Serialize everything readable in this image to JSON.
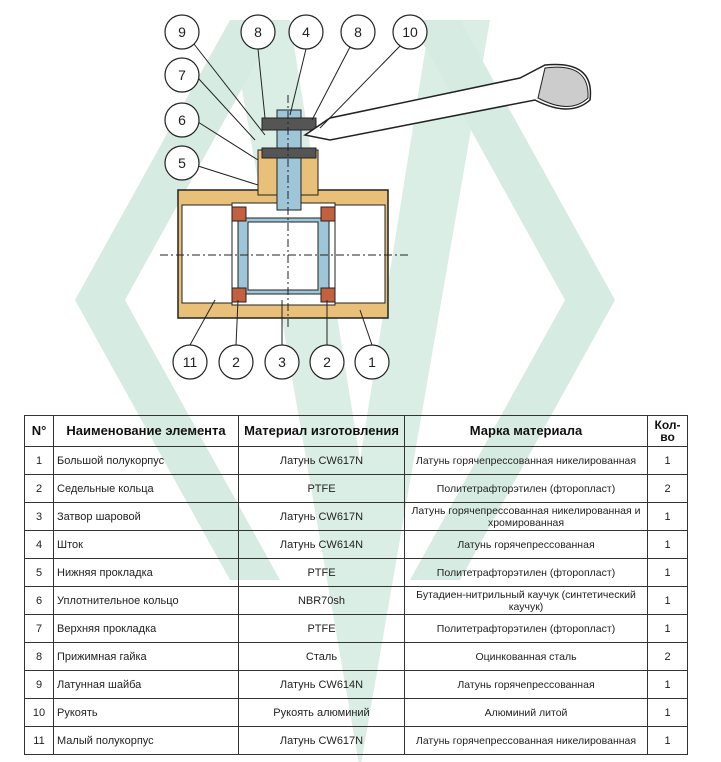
{
  "callouts": {
    "top": [
      "9",
      "8",
      "4",
      "8",
      "10"
    ],
    "left": [
      "7",
      "6",
      "5"
    ],
    "bottom": [
      "11",
      "2",
      "3",
      "2",
      "1"
    ]
  },
  "table": {
    "headers": [
      "N°",
      "Наименование элемента",
      "Материал изготовления",
      "Марка материала",
      "Кол-во"
    ],
    "rows": [
      {
        "n": "1",
        "name": "Большой полукорпус",
        "material": "Латунь CW617N",
        "grade": "Латунь горячепрессованная никелированная",
        "qty": "1"
      },
      {
        "n": "2",
        "name": "Седельные кольца",
        "material": "PTFE",
        "grade": "Политетрафторэтилен (фторопласт)",
        "qty": "2"
      },
      {
        "n": "3",
        "name": "Затвор шаровой",
        "material": "Латунь CW617N",
        "grade": "Латунь горячепрессованная никелированная и хромированная",
        "qty": "1"
      },
      {
        "n": "4",
        "name": "Шток",
        "material": "Латунь CW614N",
        "grade": "Латунь горячепрессованная",
        "qty": "1"
      },
      {
        "n": "5",
        "name": "Нижняя прокладка",
        "material": "PTFE",
        "grade": "Политетрафторэтилен (фторопласт)",
        "qty": "1"
      },
      {
        "n": "6",
        "name": "Уплотнительное кольцо",
        "material": "NBR70sh",
        "grade": "Бутадиен-нитрильный каучук (синтетический каучук)",
        "qty": "1"
      },
      {
        "n": "7",
        "name": "Верхняя прокладка",
        "material": "PTFE",
        "grade": "Политетрафторэтилен (фторопласт)",
        "qty": "1"
      },
      {
        "n": "8",
        "name": "Прижимная гайка",
        "material": "Сталь",
        "grade": "Оцинкованная сталь",
        "qty": "2"
      },
      {
        "n": "9",
        "name": "Латунная шайба",
        "material": "Латунь CW614N",
        "grade": "Латунь горячепрессованная",
        "qty": "1"
      },
      {
        "n": "10",
        "name": "Рукоять",
        "material": "Рукоять алюминий",
        "grade": "Алюминий литой",
        "qty": "1"
      },
      {
        "n": "11",
        "name": "Малый полукорпус",
        "material": "Латунь CW617N",
        "grade": "Латунь горячепрессованная никелированная",
        "qty": "1"
      }
    ]
  },
  "colors": {
    "watermark": "#d6ece2",
    "brass": "#e8c07a",
    "ball": "#9fc6d8",
    "seal": "#c2603f"
  }
}
